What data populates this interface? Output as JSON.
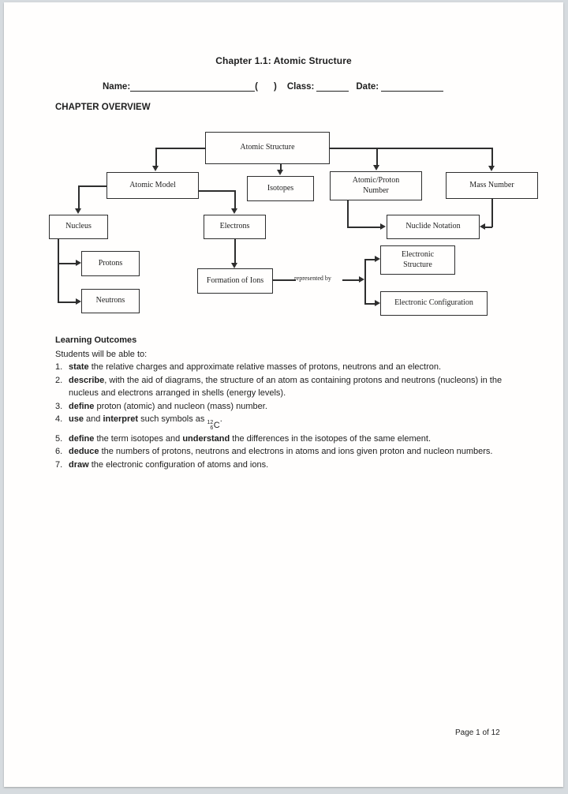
{
  "page": {
    "title": "Chapter 1.1: Atomic Structure",
    "footer": "Page 1 of 12"
  },
  "header_fields": {
    "name_label": "Name:",
    "paren_open": "(",
    "paren_close": ")",
    "class_label": "Class:",
    "date_label": "Date:"
  },
  "section_overview": "CHAPTER OVERVIEW",
  "diagram": {
    "nodes": {
      "atomic_structure": "Atomic Structure",
      "atomic_model": "Atomic Model",
      "isotopes": "Isotopes",
      "atomic_proton_number": "Atomic/Proton\nNumber",
      "mass_number": "Mass Number",
      "nucleus": "Nucleus",
      "electrons": "Electrons",
      "nuclide_notation": "Nuclide Notation",
      "protons": "Protons",
      "neutrons": "Neutrons",
      "formation_of_ions": "Formation of Ions",
      "electronic_structure": "Electronic\nStructure",
      "electronic_configuration": "Electronic Configuration"
    },
    "edge_label": "represented by"
  },
  "outcomes": {
    "heading": "Learning Outcomes",
    "intro": "Students will be able to:",
    "items": [
      {
        "parts": [
          {
            "t": "state",
            "b": true
          },
          {
            "t": " the relative charges and approximate relative masses of protons, neutrons and an electron."
          }
        ]
      },
      {
        "parts": [
          {
            "t": "describe",
            "b": true
          },
          {
            "t": ", with the aid of diagrams, the structure of an atom as containing protons and neutrons (nucleons) in the nucleus and electrons arranged in shells (energy levels)."
          }
        ]
      },
      {
        "parts": [
          {
            "t": "define",
            "b": true
          },
          {
            "t": " proton (atomic) and nucleon (mass) number."
          }
        ]
      },
      {
        "parts": [
          {
            "t": "use",
            "b": true
          },
          {
            "t": " and "
          },
          {
            "t": "interpret",
            "b": true
          },
          {
            "t": " such symbols as "
          },
          {
            "nuclide": {
              "mass": "12",
              "atomic": "6",
              "symbol": "C"
            }
          },
          {
            "t": "."
          }
        ]
      },
      {
        "parts": [
          {
            "t": "define",
            "b": true
          },
          {
            "t": " the term isotopes and "
          },
          {
            "t": "understand",
            "b": true
          },
          {
            "t": " the differences in the isotopes of the same element."
          }
        ]
      },
      {
        "parts": [
          {
            "t": "deduce",
            "b": true
          },
          {
            "t": " the numbers of protons, neutrons and electrons in atoms and ions given proton and nucleon numbers."
          }
        ]
      },
      {
        "parts": [
          {
            "t": "draw",
            "b": true
          },
          {
            "t": " the electronic configuration of atoms and ions."
          }
        ]
      }
    ]
  },
  "colors": {
    "page_background": "#fffefd",
    "frame_background": "#d6dbdf",
    "ink": "#1e1e1e",
    "diagram_line": "#2e2e2e"
  }
}
